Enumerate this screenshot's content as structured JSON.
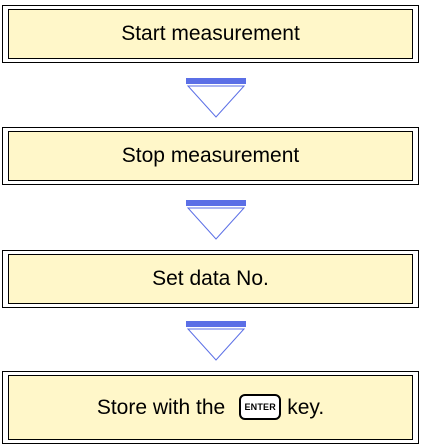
{
  "colors": {
    "step_fill": "#fff7c9",
    "arrow_bar": "#5b6fe6",
    "outline": "#000000"
  },
  "steps": [
    {
      "label": "Start measurement"
    },
    {
      "label": "Stop measurement"
    },
    {
      "label": "Set data No."
    },
    {
      "label_before": "Store with the",
      "key_label": "ENTER",
      "key_icon": "enter-key-icon",
      "label_after": "key."
    }
  ]
}
